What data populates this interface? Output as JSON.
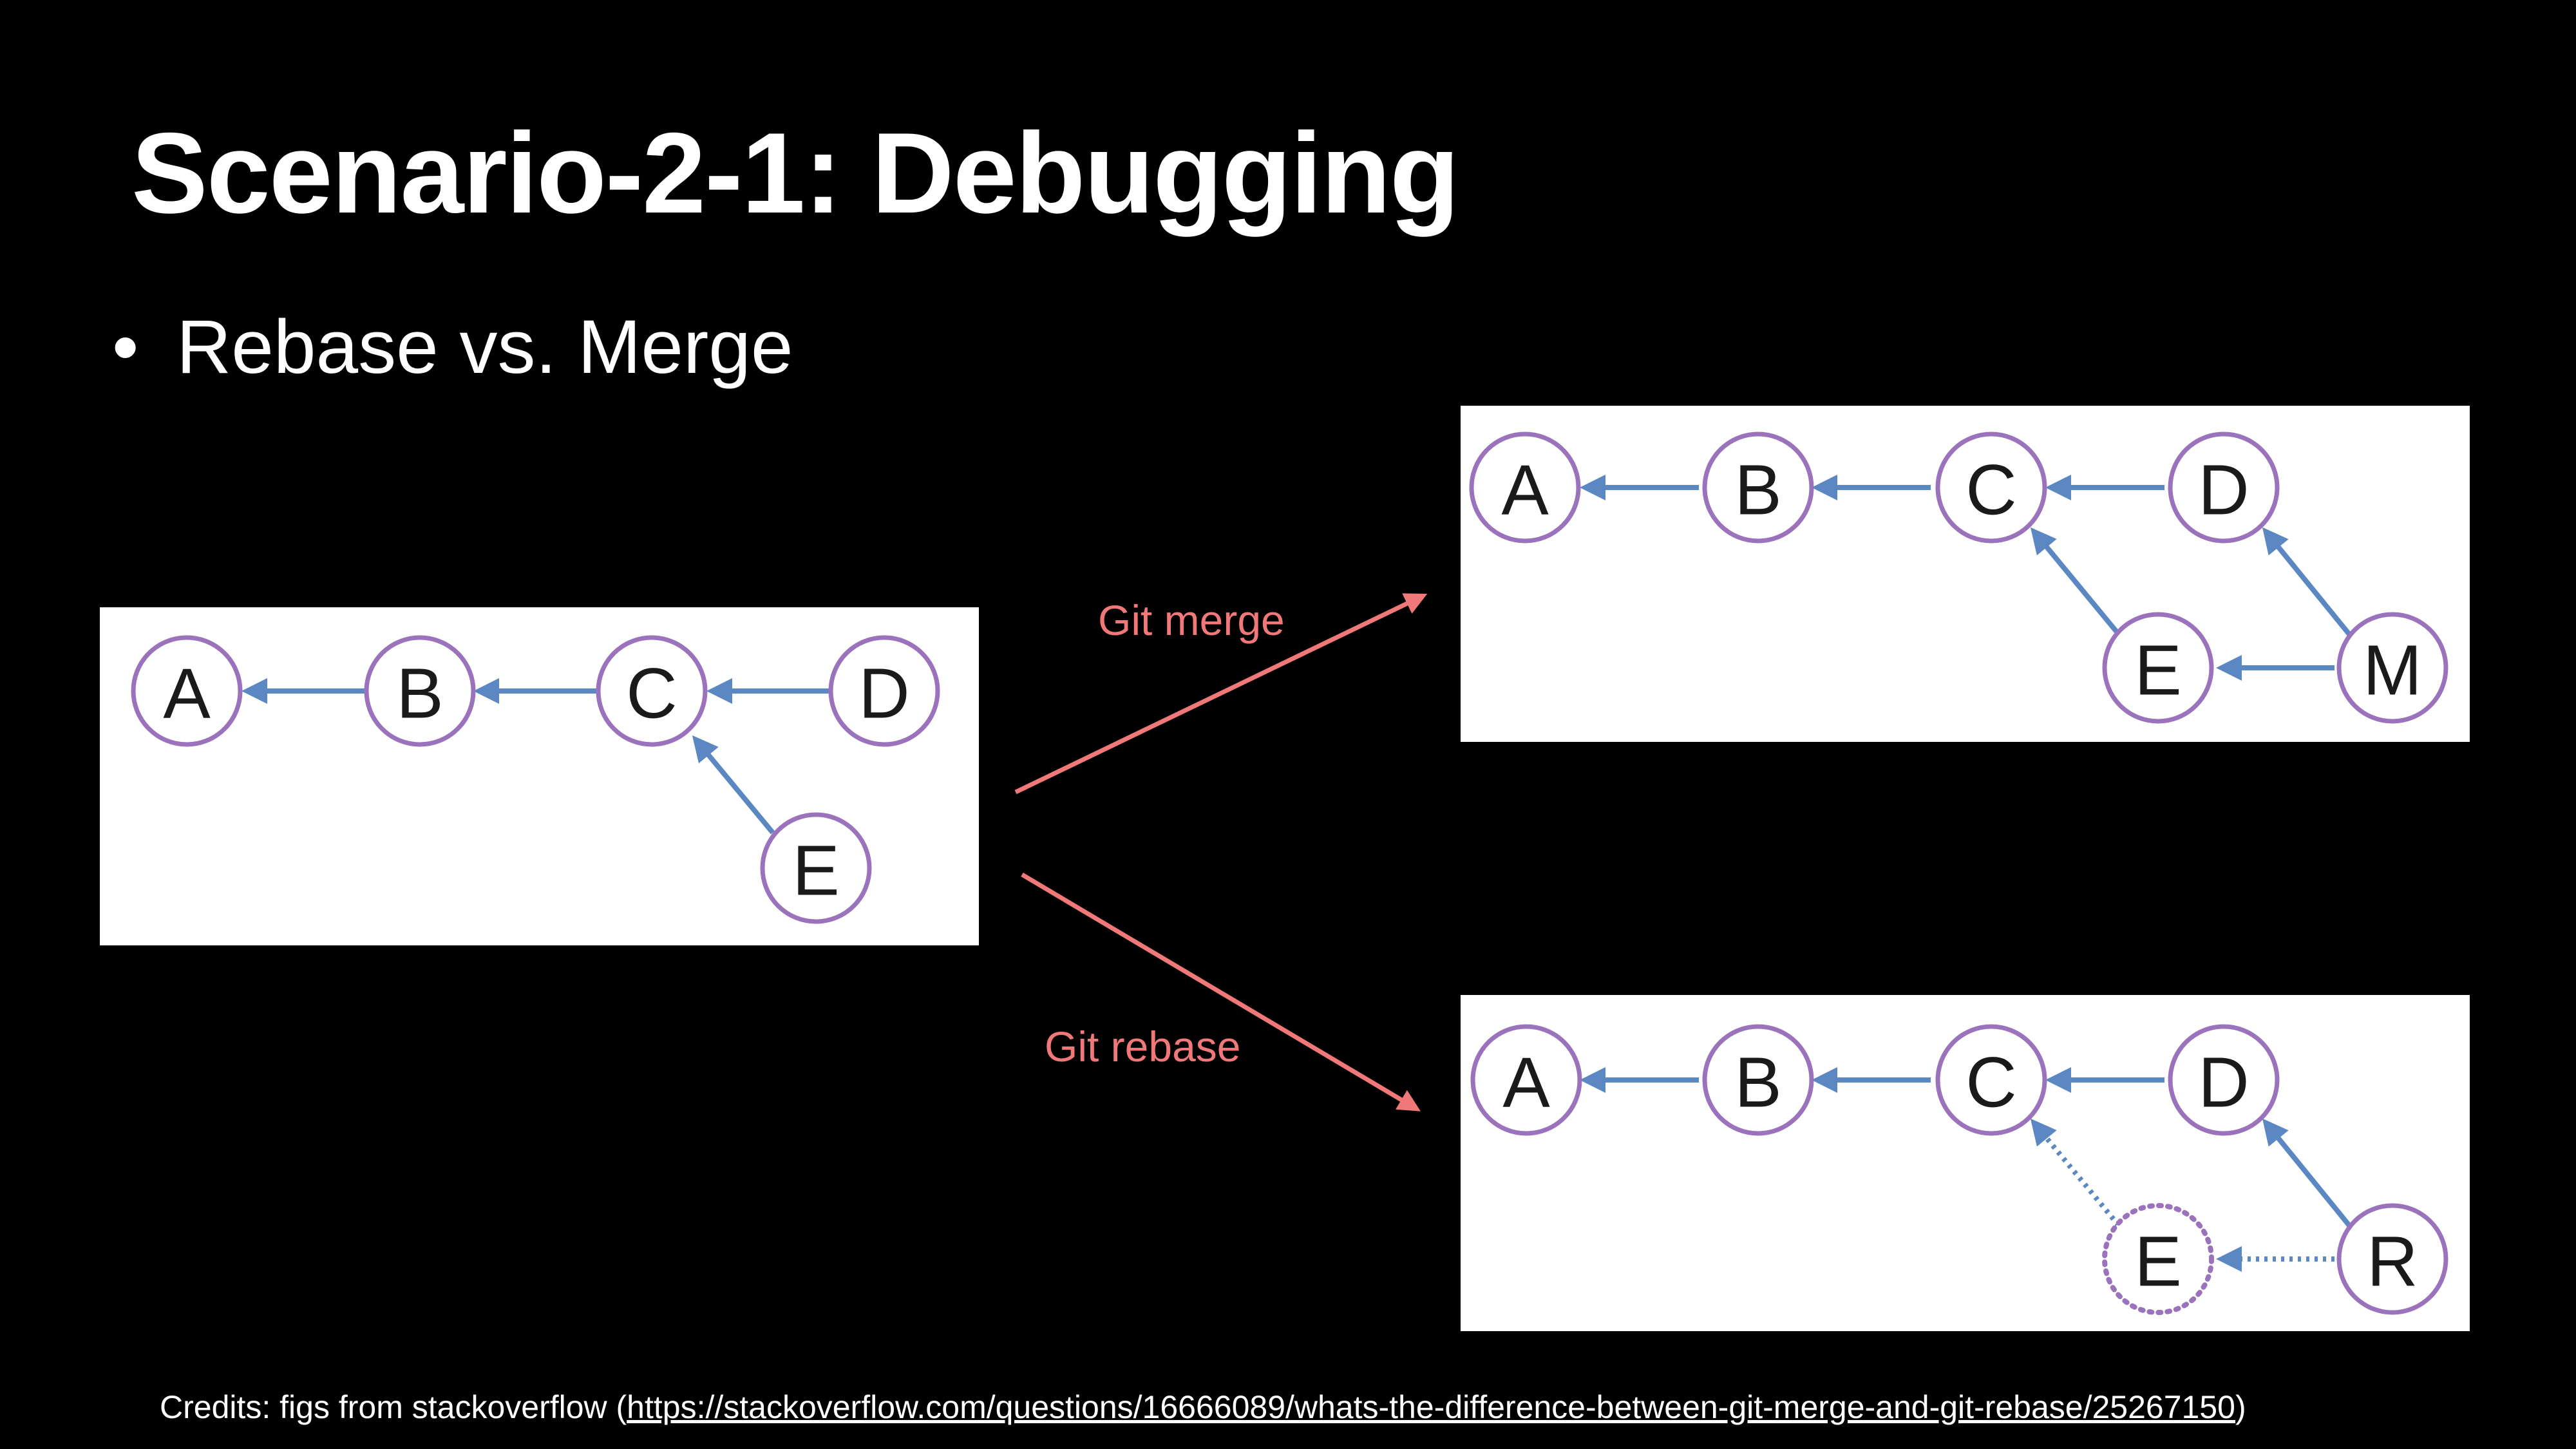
{
  "slide": {
    "title": "Scenario-2-1: Debugging",
    "bullet_symbol": "•",
    "bullet_text": "Rebase vs. Merge"
  },
  "operations": {
    "merge_label": "Git merge",
    "rebase_label": "Git rebase"
  },
  "diagrams": {
    "original": {
      "nodes": [
        "A",
        "B",
        "C",
        "D",
        "E"
      ]
    },
    "merge": {
      "nodes": [
        "A",
        "B",
        "C",
        "D",
        "E",
        "M"
      ]
    },
    "rebase": {
      "nodes": [
        "A",
        "B",
        "C",
        "D",
        "E",
        "R"
      ]
    }
  },
  "credits": {
    "prefix": "Credits: figs from stackoverflow (",
    "link_text": "https://stackoverflow.com/questions/16666089/whats-the-difference-between-git-merge-and-git-rebase/25267150",
    "suffix": ")"
  },
  "colors": {
    "background": "#000000",
    "text": "#ffffff",
    "accent_arrow": "#f07878",
    "node_stroke": "#9b73bc",
    "edge": "#5b88c2"
  }
}
